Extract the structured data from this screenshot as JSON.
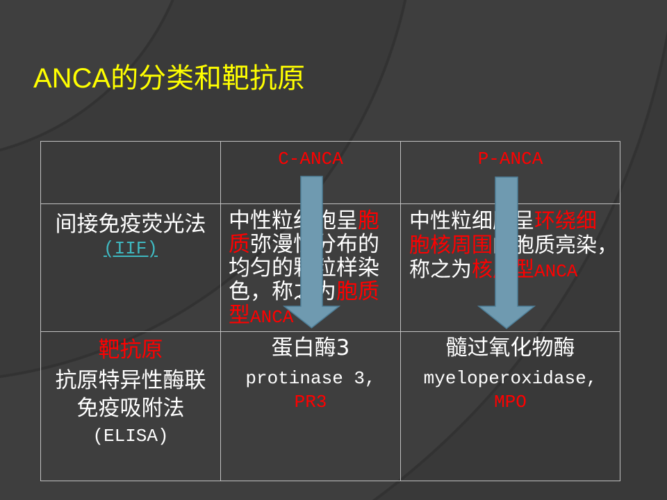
{
  "slide": {
    "title": "ANCA的分类和靶抗原",
    "colors": {
      "background": "#3b3b3b",
      "title": "#ffff00",
      "text": "#ffffff",
      "red": "#ff0000",
      "link": "#3fb8c0",
      "border": "#c2c2c2",
      "arrow": "#6f9ab0",
      "arrow_edge": "#4f7f98"
    }
  },
  "table": {
    "header": {
      "c_anca": "C-ANCA",
      "p_anca": "P-ANCA"
    },
    "iif_row": {
      "method": "间接免疫荧光法",
      "method_link": "(IIF)",
      "c_anca_lines": [
        [
          {
            "text": "中性粒细胞呈",
            "color": "text"
          },
          {
            "text": "胞",
            "color": "red"
          }
        ],
        [
          {
            "text": "质",
            "color": "red"
          },
          {
            "text": "弥漫性分布的",
            "color": "text"
          }
        ],
        [
          {
            "text": "均匀的颗粒样染",
            "color": "text"
          }
        ],
        [
          {
            "text": "色，称之为",
            "color": "text"
          },
          {
            "text": "胞质",
            "color": "red"
          }
        ],
        [
          {
            "text": "型",
            "color": "red"
          },
          {
            "text": "ANCA",
            "color": "red"
          }
        ]
      ],
      "p_anca_lines": [
        [
          {
            "text": "中性粒细胞呈",
            "color": "text"
          },
          {
            "text": "环绕细",
            "color": "red"
          }
        ],
        [
          {
            "text": "胞核周围",
            "color": "red"
          },
          {
            "text": "的胞质亮染，",
            "color": "text"
          }
        ],
        [
          {
            "text": "称之为",
            "color": "text"
          },
          {
            "text": "核周型",
            "color": "red"
          },
          {
            "text": "ANCA",
            "color": "red"
          }
        ]
      ]
    },
    "antigen_row": {
      "label": "靶抗原",
      "method_lines": [
        "抗原特异性酶联",
        "免疫吸附法",
        "(ELISA)"
      ],
      "c_anca": {
        "name": "蛋白酶3",
        "name_en": "protinase 3,",
        "abbr": "PR3"
      },
      "p_anca": {
        "name": "髓过氧化物酶",
        "name_en": "myeloperoxidase,",
        "abbr": "MPO"
      }
    }
  }
}
